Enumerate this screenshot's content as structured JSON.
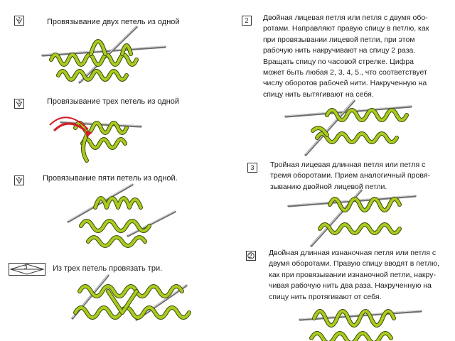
{
  "colors": {
    "yarn": "#a8cc1f",
    "yarn_outline": "#3d4a0a",
    "needle": "#6f6f6f",
    "arrow": "#d21f26",
    "text": "#1d1d1d"
  },
  "left_items": [
    {
      "symbol_text": "2",
      "symbol_icon": "two-together-symbol-icon",
      "title": "Провязывание двух петель из одной"
    },
    {
      "symbol_text": "3",
      "symbol_icon": "three-from-one-symbol-icon",
      "title": "Провязывание трех петель из одной"
    },
    {
      "symbol_text": "5",
      "symbol_icon": "five-from-one-symbol-icon",
      "title": "Провязывание пяти петель из одной."
    },
    {
      "symbol_text": "3",
      "symbol_icon": "three-in-three-symbol-icon",
      "title": "Из трех петель провязать три."
    }
  ],
  "right_items": [
    {
      "symbol_text": "2",
      "symbol_icon": "double-knit-wrap-symbol-icon",
      "text": "Двойная лицевая петля или петля с двумя обо-\nротами. Направляют правую спицу в петлю, как\nпри провязывании лицевой петли, при этом\nрабочую нить накручивают на спицу 2 раза.\nВращать спицу по часовой стрелке. Цифра\nможет быть любая 2, 3, 4, 5., что соответствует\nчислу оборотов рабочей нити. Накрученную на\nспицу нить вытягивают на себя."
    },
    {
      "symbol_text": "3",
      "symbol_icon": "triple-knit-wrap-symbol-icon",
      "text": "Тройная лицевая длинная петля или петля с\nтремя оборотами. Прием аналогичный провя-\nзыванию двойной лицевой петли."
    },
    {
      "symbol_text": "2",
      "symbol_icon": "double-purl-wrap-symbol-icon",
      "text": "Двойная длинная изнаночная петля или петля с\nдвумя оборотами. Правую спицу вводят в петлю,\nкак при провязывании изнаночной петли, накру-\nчивая рабочую нить два раза. Накрученную на\nспицу нить протягивают от себя."
    }
  ]
}
